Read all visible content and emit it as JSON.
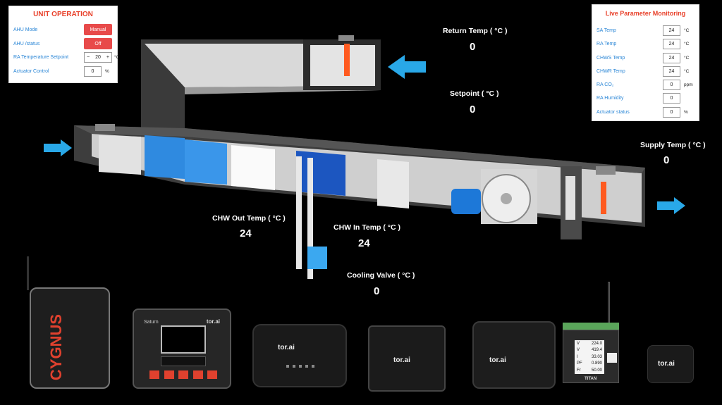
{
  "unit_operation": {
    "title": "UNIT OPERATION",
    "ahu_mode_label": "AHU Mode",
    "ahu_mode_value": "Manual",
    "ahu_status_label": "AHU /status",
    "ahu_status_value": "Off",
    "ra_setpoint_label": "RA Temperature Setpoint",
    "ra_setpoint_value": "20",
    "ra_setpoint_unit": "°C",
    "stepper_minus": "−",
    "stepper_plus": "+",
    "actuator_label": "Actuator Control",
    "actuator_value": "0",
    "actuator_unit": "%"
  },
  "live_monitoring": {
    "title": "Live Parameter Monitoring",
    "rows": [
      {
        "label": "SA Temp",
        "value": "24",
        "unit": "°C"
      },
      {
        "label": "RA Temp",
        "value": "24",
        "unit": "°C"
      },
      {
        "label": "CHWS Temp",
        "value": "24",
        "unit": "°C"
      },
      {
        "label": "CHWR Temp",
        "value": "24",
        "unit": "°C"
      },
      {
        "label": "RA CO₂",
        "value": "0",
        "unit": "ppm"
      },
      {
        "label": "RA Humidity",
        "value": "0",
        "unit": ""
      },
      {
        "label": "Actuator status",
        "value": "0",
        "unit": "%"
      }
    ]
  },
  "readouts": {
    "return_temp": {
      "label": "Return Temp ( °C )",
      "value": "0"
    },
    "setpoint": {
      "label": "Setpoint ( °C )",
      "value": "0"
    },
    "supply_temp": {
      "label": "Supply Temp ( °C )",
      "value": "0"
    },
    "chw_out_temp": {
      "label": "CHW Out Temp ( °C )",
      "value": "24"
    },
    "chw_in_temp": {
      "label": "CHW In Temp ( °C )",
      "value": "24"
    },
    "cooling_valve": {
      "label": "Cooling Valve ( °C )",
      "value": "0"
    }
  },
  "devices": {
    "cygnus_brand": "CYGNUS",
    "saturn_name": "Saturn",
    "brand": "tor.ai",
    "titan_brand": "TITAN",
    "titan_readings": [
      {
        "k": "V",
        "v": "224.0"
      },
      {
        "k": "V",
        "v": "419.4"
      },
      {
        "k": "I",
        "v": "33.03"
      },
      {
        "k": "PF",
        "v": "0.890"
      },
      {
        "k": "Fr",
        "v": "50.00"
      }
    ]
  },
  "colors": {
    "accent_red": "#e8402a",
    "label_blue": "#2a86d6",
    "arrow_blue": "#29a8e8",
    "coil_blue": "#2a7fd6"
  }
}
